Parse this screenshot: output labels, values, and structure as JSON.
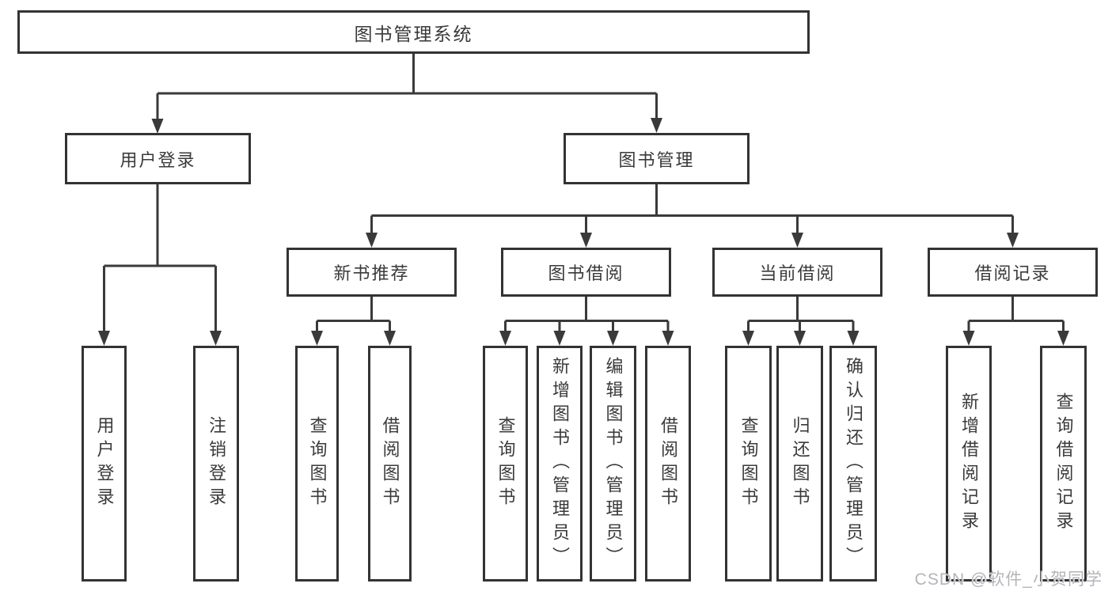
{
  "diagram_title": "图书管理系统",
  "tree": {
    "label": "图书管理系统",
    "children": [
      {
        "label": "用户登录",
        "children": [
          {
            "label": "用户登录"
          },
          {
            "label": "注销登录"
          }
        ]
      },
      {
        "label": "图书管理",
        "children": [
          {
            "label": "新书推荐",
            "children": [
              {
                "label": "查询图书"
              },
              {
                "label": "借阅图书"
              }
            ]
          },
          {
            "label": "图书借阅",
            "children": [
              {
                "label": "查询图书"
              },
              {
                "label": "新增图书（管理员）"
              },
              {
                "label": "编辑图书（管理员）"
              },
              {
                "label": "借阅图书"
              }
            ]
          },
          {
            "label": "当前借阅",
            "children": [
              {
                "label": "查询图书"
              },
              {
                "label": "归还图书"
              },
              {
                "label": "确认归还（管理员）"
              }
            ]
          },
          {
            "label": "借阅记录",
            "children": [
              {
                "label": "新增借阅记录"
              },
              {
                "label": "查询借阅记录"
              }
            ]
          }
        ]
      }
    ]
  },
  "watermark": {
    "text": "CSDN @软件_小贺同学"
  },
  "colors": {
    "line": "#3a3a3a",
    "box_border": "#333333",
    "text": "#3a3a3a",
    "background": "#ffffff",
    "watermark": "#b4b4ba"
  }
}
